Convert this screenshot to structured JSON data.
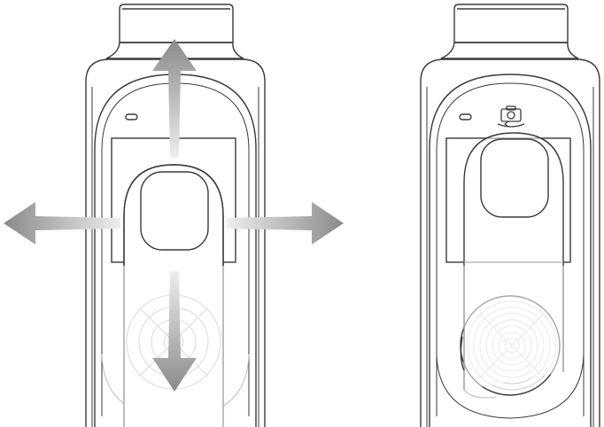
{
  "figure": {
    "panels": [
      {
        "id": "joystick-swipe",
        "gestures": [
          "swipe-up",
          "swipe-down",
          "swipe-left",
          "swipe-right"
        ]
      },
      {
        "id": "joystick-switch-camera",
        "icon": "camera-rotate-icon"
      }
    ],
    "colors": {
      "outline": "#3a3a3a",
      "light_outline": "#bdbdbd",
      "arrow_dark": "#8a8a8a",
      "arrow_light": "#e4e4e4",
      "background": "#ffffff"
    }
  }
}
